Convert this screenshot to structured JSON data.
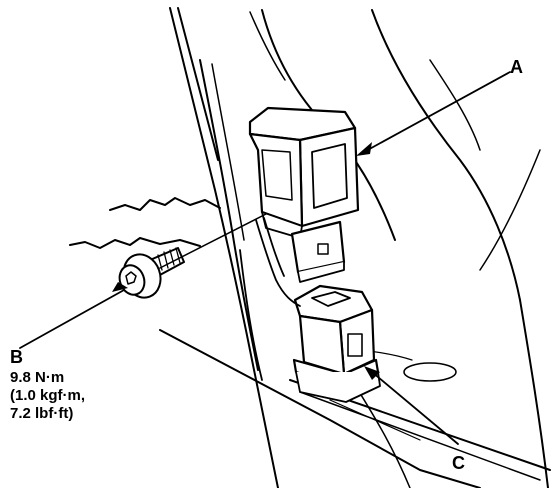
{
  "callouts": {
    "a": {
      "letter": "A"
    },
    "b": {
      "letter": "B",
      "torque_nm": "9.8 N·m",
      "torque_kgf": "(1.0 kgf·m,",
      "torque_lbf": "7.2 lbf·ft)"
    },
    "c": {
      "letter": "C"
    }
  },
  "colors": {
    "ink": "#000000",
    "paper": "#ffffff"
  }
}
